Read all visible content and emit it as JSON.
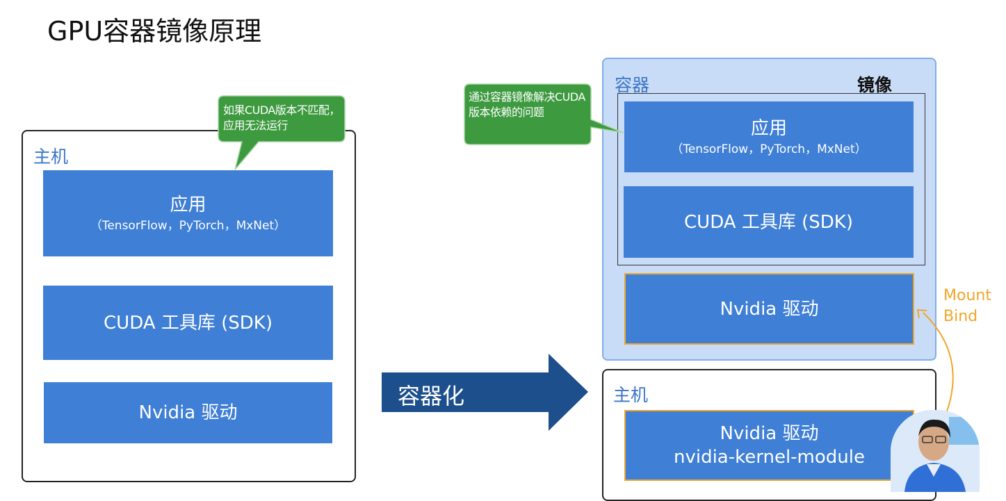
{
  "title": "GPU容器镜像原理",
  "left": {
    "host_label": "主机",
    "callout": "如果CUDA版本不匹配，应用无法运行",
    "app_title": "应用",
    "app_sub": "（TensorFlow，PyTorch，MxNet）",
    "cuda": "CUDA 工具库 (SDK)",
    "driver": "Nvidia 驱动"
  },
  "arrow_label": "容器化",
  "right": {
    "container_label": "容器",
    "image_label": "镜像",
    "callout": "通过容器镜像解决CUDA版本依赖的问题",
    "app_title": "应用",
    "app_sub": "（TensorFlow，PyTorch，MxNet）",
    "cuda": "CUDA 工具库 (SDK)",
    "driver_in_container": "Nvidia 驱动",
    "host_label": "主机",
    "host_driver_line1": "Nvidia 驱动",
    "host_driver_line2": "nvidia-kernel-module",
    "mount_line1": "Mount",
    "mount_line2": "Bind"
  },
  "colors": {
    "block_blue": "#3f7fd6",
    "container_fill": "#c9dcf7",
    "callout_green": "#3d9a3f",
    "arrow_navy": "#1d4f8c",
    "mount_orange": "#f0a62a",
    "label_blue": "#3b76c8"
  },
  "presenter": {
    "icon": "presenter-video-icon"
  }
}
